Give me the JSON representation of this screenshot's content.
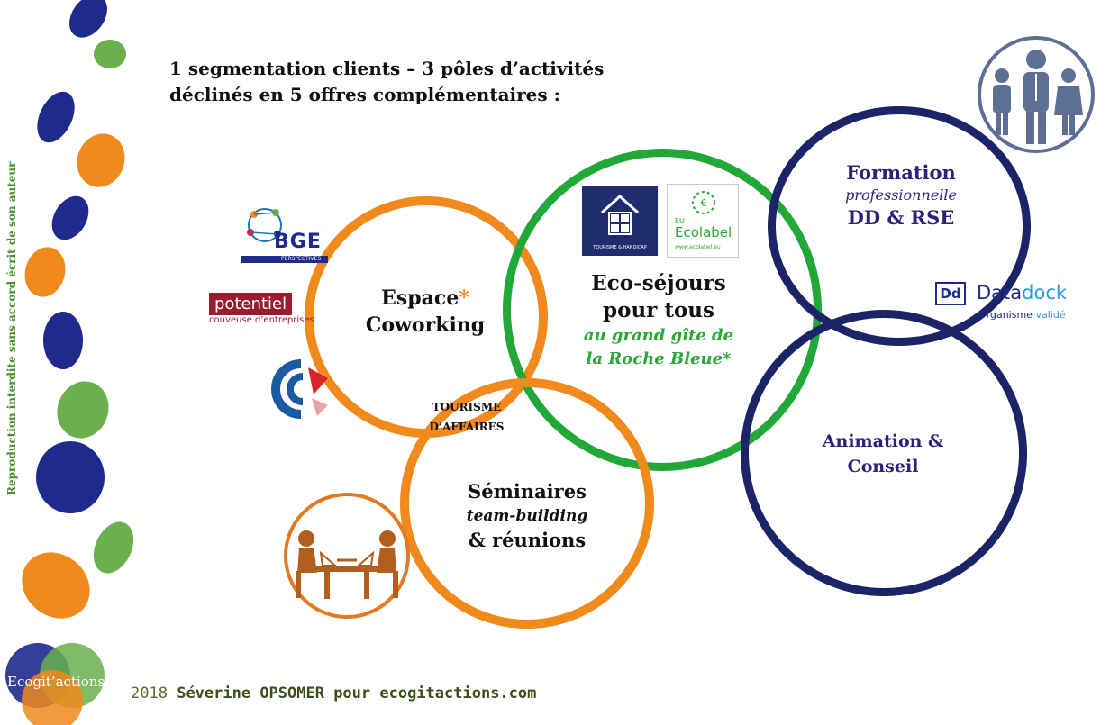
{
  "header": {
    "line1": "1 segmentation clients – 3 pôles d’activités",
    "line2": "déclinés en 5 offres complémentaires :"
  },
  "side_text": "Reproduction interdite sans accord écrit de son auteur",
  "circles": {
    "coworking": {
      "line1": "Espace",
      "asterisk": "*",
      "line2": "Coworking"
    },
    "ecosejours": {
      "line1": "Eco-séjours",
      "line2": "pour tous",
      "sub1": "au grand gîte de",
      "sub2": "la Roche Bleue*"
    },
    "seminaires": {
      "line1": "Séminaires",
      "line2": "team-building",
      "line3": "& réunions"
    },
    "tourisme": {
      "line1": "TOURISME",
      "line2": "D’AFFAIRES"
    },
    "formation": {
      "line1": "Formation",
      "line2": "professionnelle",
      "line3": "DD & RSE"
    },
    "animation": {
      "line1": "Animation &",
      "line2": "Conseil"
    }
  },
  "logos": {
    "bge": {
      "name": "BGE",
      "sub": "PERSPECTIVES"
    },
    "potentiel": {
      "name": "potentiel",
      "sub": "couveuse d’entreprises"
    },
    "ecolabel": {
      "top": "EU",
      "name": "Ecolabel",
      "url": "www.ecolabel.eu"
    },
    "tourisme_handicap": {
      "caption": "TOURISME & HANDICAP"
    },
    "datadock": {
      "icon": "Dd",
      "name_part1": "Data",
      "name_part2": "dock",
      "sub1": "Organisme ",
      "sub2": "validé"
    },
    "ecogitactions": {
      "name": "Ecogit’actions"
    }
  },
  "footer": {
    "year": "2018",
    "author": "Séverine OPSOMER pour ecogitactions.com"
  },
  "colors": {
    "orange": "#f08a1c",
    "green": "#22a838",
    "navy": "#1a2466",
    "blue_dot": "#1e2a8c",
    "green_dot": "#6ab04c",
    "text_green": "#2aa83a",
    "purple": "#2e1f7a"
  }
}
